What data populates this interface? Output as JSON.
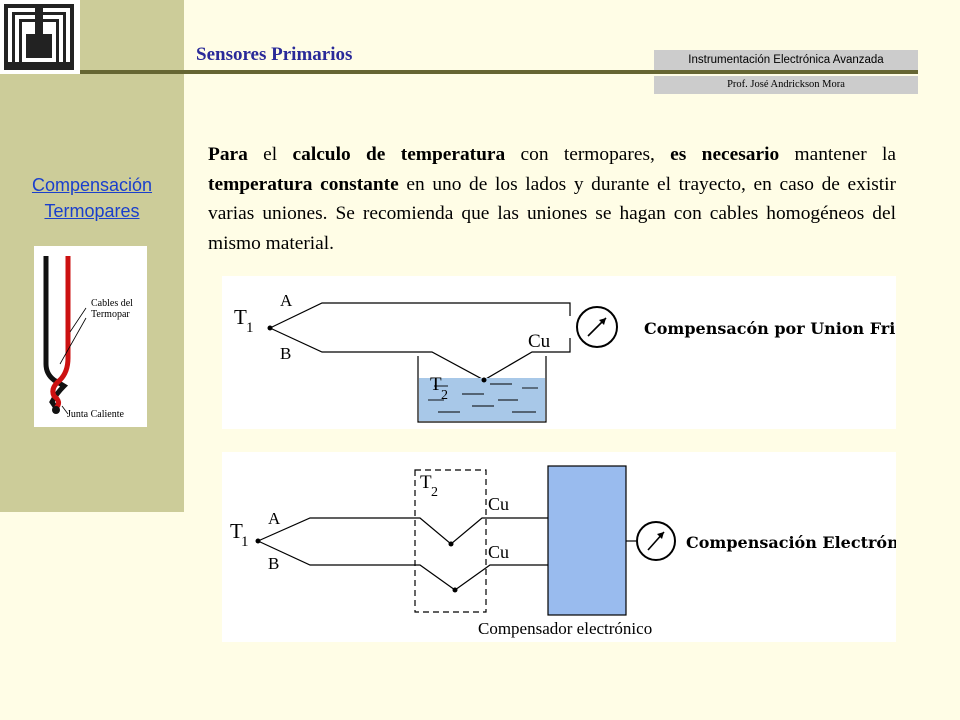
{
  "header": {
    "section_title": "Sensores Primarios",
    "course": "Instrumentación Electrónica Avanzada",
    "professor": "Prof. José Andrickson Mora"
  },
  "sidebar": {
    "link_line1": "Compensación",
    "link_line2": "Termopares",
    "thumb": {
      "cables_label_line1": "Cables del",
      "cables_label_line2": "Termopar",
      "junction_label": "Junta Caliente"
    }
  },
  "body": {
    "segments": [
      {
        "b": true,
        "t": "Para"
      },
      {
        "b": false,
        "t": " el "
      },
      {
        "b": true,
        "t": "calculo de temperatura"
      },
      {
        "b": false,
        "t": " con termopares, "
      },
      {
        "b": true,
        "t": "es necesario"
      },
      {
        "b": false,
        "t": " mantener la "
      },
      {
        "b": true,
        "t": "temperatura constante"
      },
      {
        "b": false,
        "t": " en uno de los lados y durante el trayecto, en caso de existir varias uniones. Se recomienda que las uniones se hagan con cables homogéneos del mismo material."
      }
    ]
  },
  "diagram1": {
    "t1": "T",
    "t1_sub": "1",
    "a": "A",
    "b": "B",
    "cu": "Cu",
    "t2": "T",
    "t2_sub": "2",
    "caption": "Compensacón por Union Fria"
  },
  "diagram2": {
    "t1": "T",
    "t1_sub": "1",
    "a": "A",
    "b": "B",
    "t2": "T",
    "t2_sub": "2",
    "cu_top": "Cu",
    "cu_bottom": "Cu",
    "caption": "Compensación Electrónica",
    "compensator_label": "Compensador electrónico"
  },
  "colors": {
    "sidebar": "#cccc99",
    "background": "#fffde6",
    "title": "#2a2a99",
    "link": "#1a3fcc",
    "bath": "#a8c8e8",
    "compensator": "#99bbee"
  }
}
